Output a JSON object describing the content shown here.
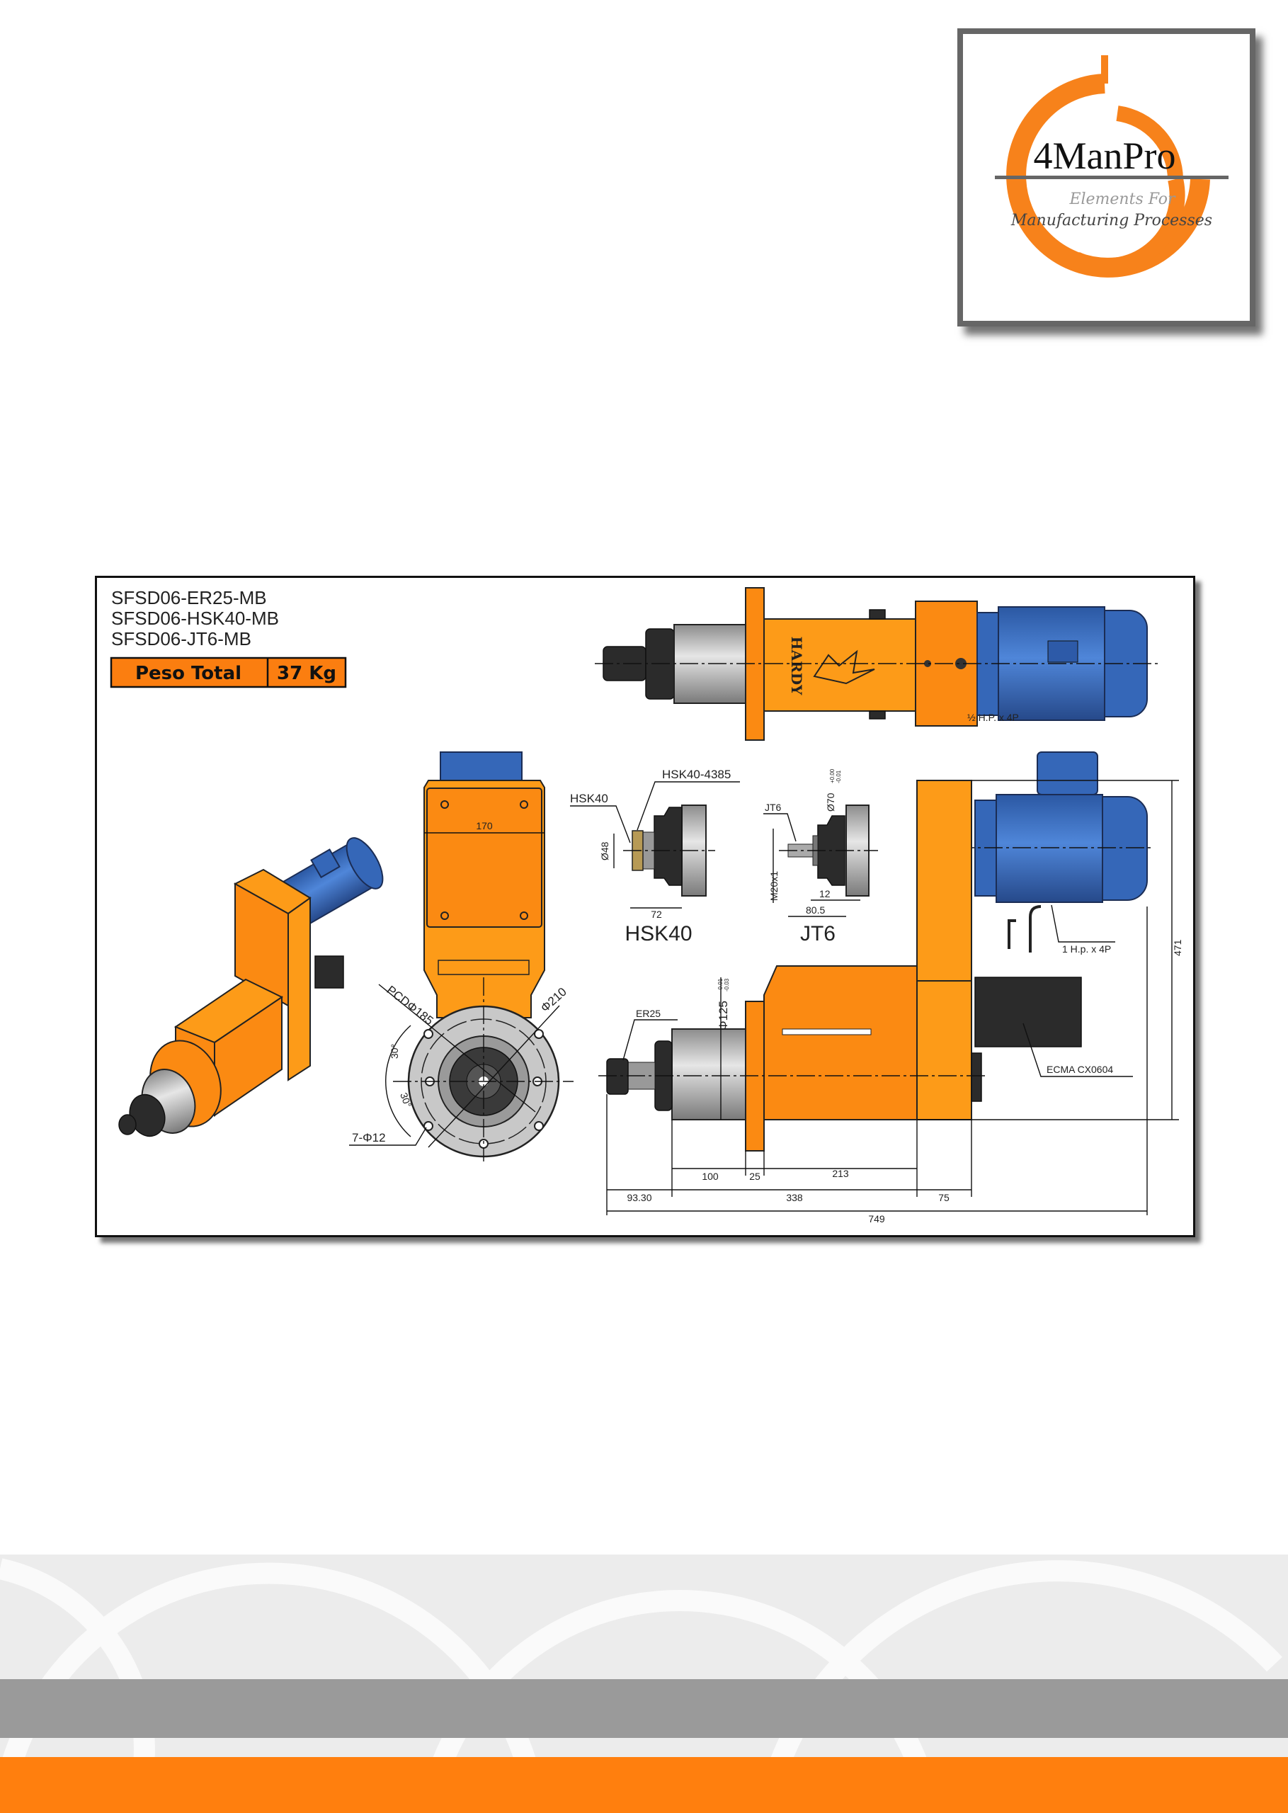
{
  "logo": {
    "brand": "4ManPro",
    "tagline_1": "Elements For",
    "tagline_2": "Manufacturing Processes"
  },
  "colors": {
    "accent_orange": "#ff7f0e",
    "footer_gray": "#9a9a9a",
    "motor_blue": "#3567b8"
  },
  "drawing": {
    "models": [
      "SFSD06-ER25-MB",
      "SFSD06-HSK40-MB",
      "SFSD06-JT6-MB"
    ],
    "weight_label": "Peso Total",
    "weight_value": "37 Kg",
    "brand_mark": "HARDY",
    "top_view": {
      "motor_label": "½ H.P. x 4P"
    },
    "front_view": {
      "width_dim": "170",
      "pcd": "PCDΦ185",
      "flange_dia": "Φ210",
      "angle_1": "30°",
      "angle_2": "30°",
      "holes": "7-Φ12"
    },
    "hsk40_detail": {
      "leader_1": "HSK40",
      "leader_2": "HSK40-4385",
      "dia": "Ø48",
      "length": "72",
      "title": "HSK40"
    },
    "jt6_detail": {
      "leader": "JT6",
      "dia": "Ø70",
      "tol_upper": "+0.00",
      "tol_lower": "-0.01",
      "thread": "M20x1",
      "dim_a": "12",
      "dim_b": "80.5",
      "title": "JT6"
    },
    "side_view": {
      "collet": "ER25",
      "spindle_dia": "Φ125",
      "spindle_tol_upper": "-0.01",
      "spindle_tol_lower": "-0.03",
      "servo": "ECMA CX0604",
      "motor": "1 H.p. x 4P",
      "height": "471",
      "dims": {
        "d100": "100",
        "d25": "25",
        "d213": "213",
        "d93": "93.30",
        "d338": "338",
        "d75": "75",
        "d749": "749"
      }
    }
  }
}
